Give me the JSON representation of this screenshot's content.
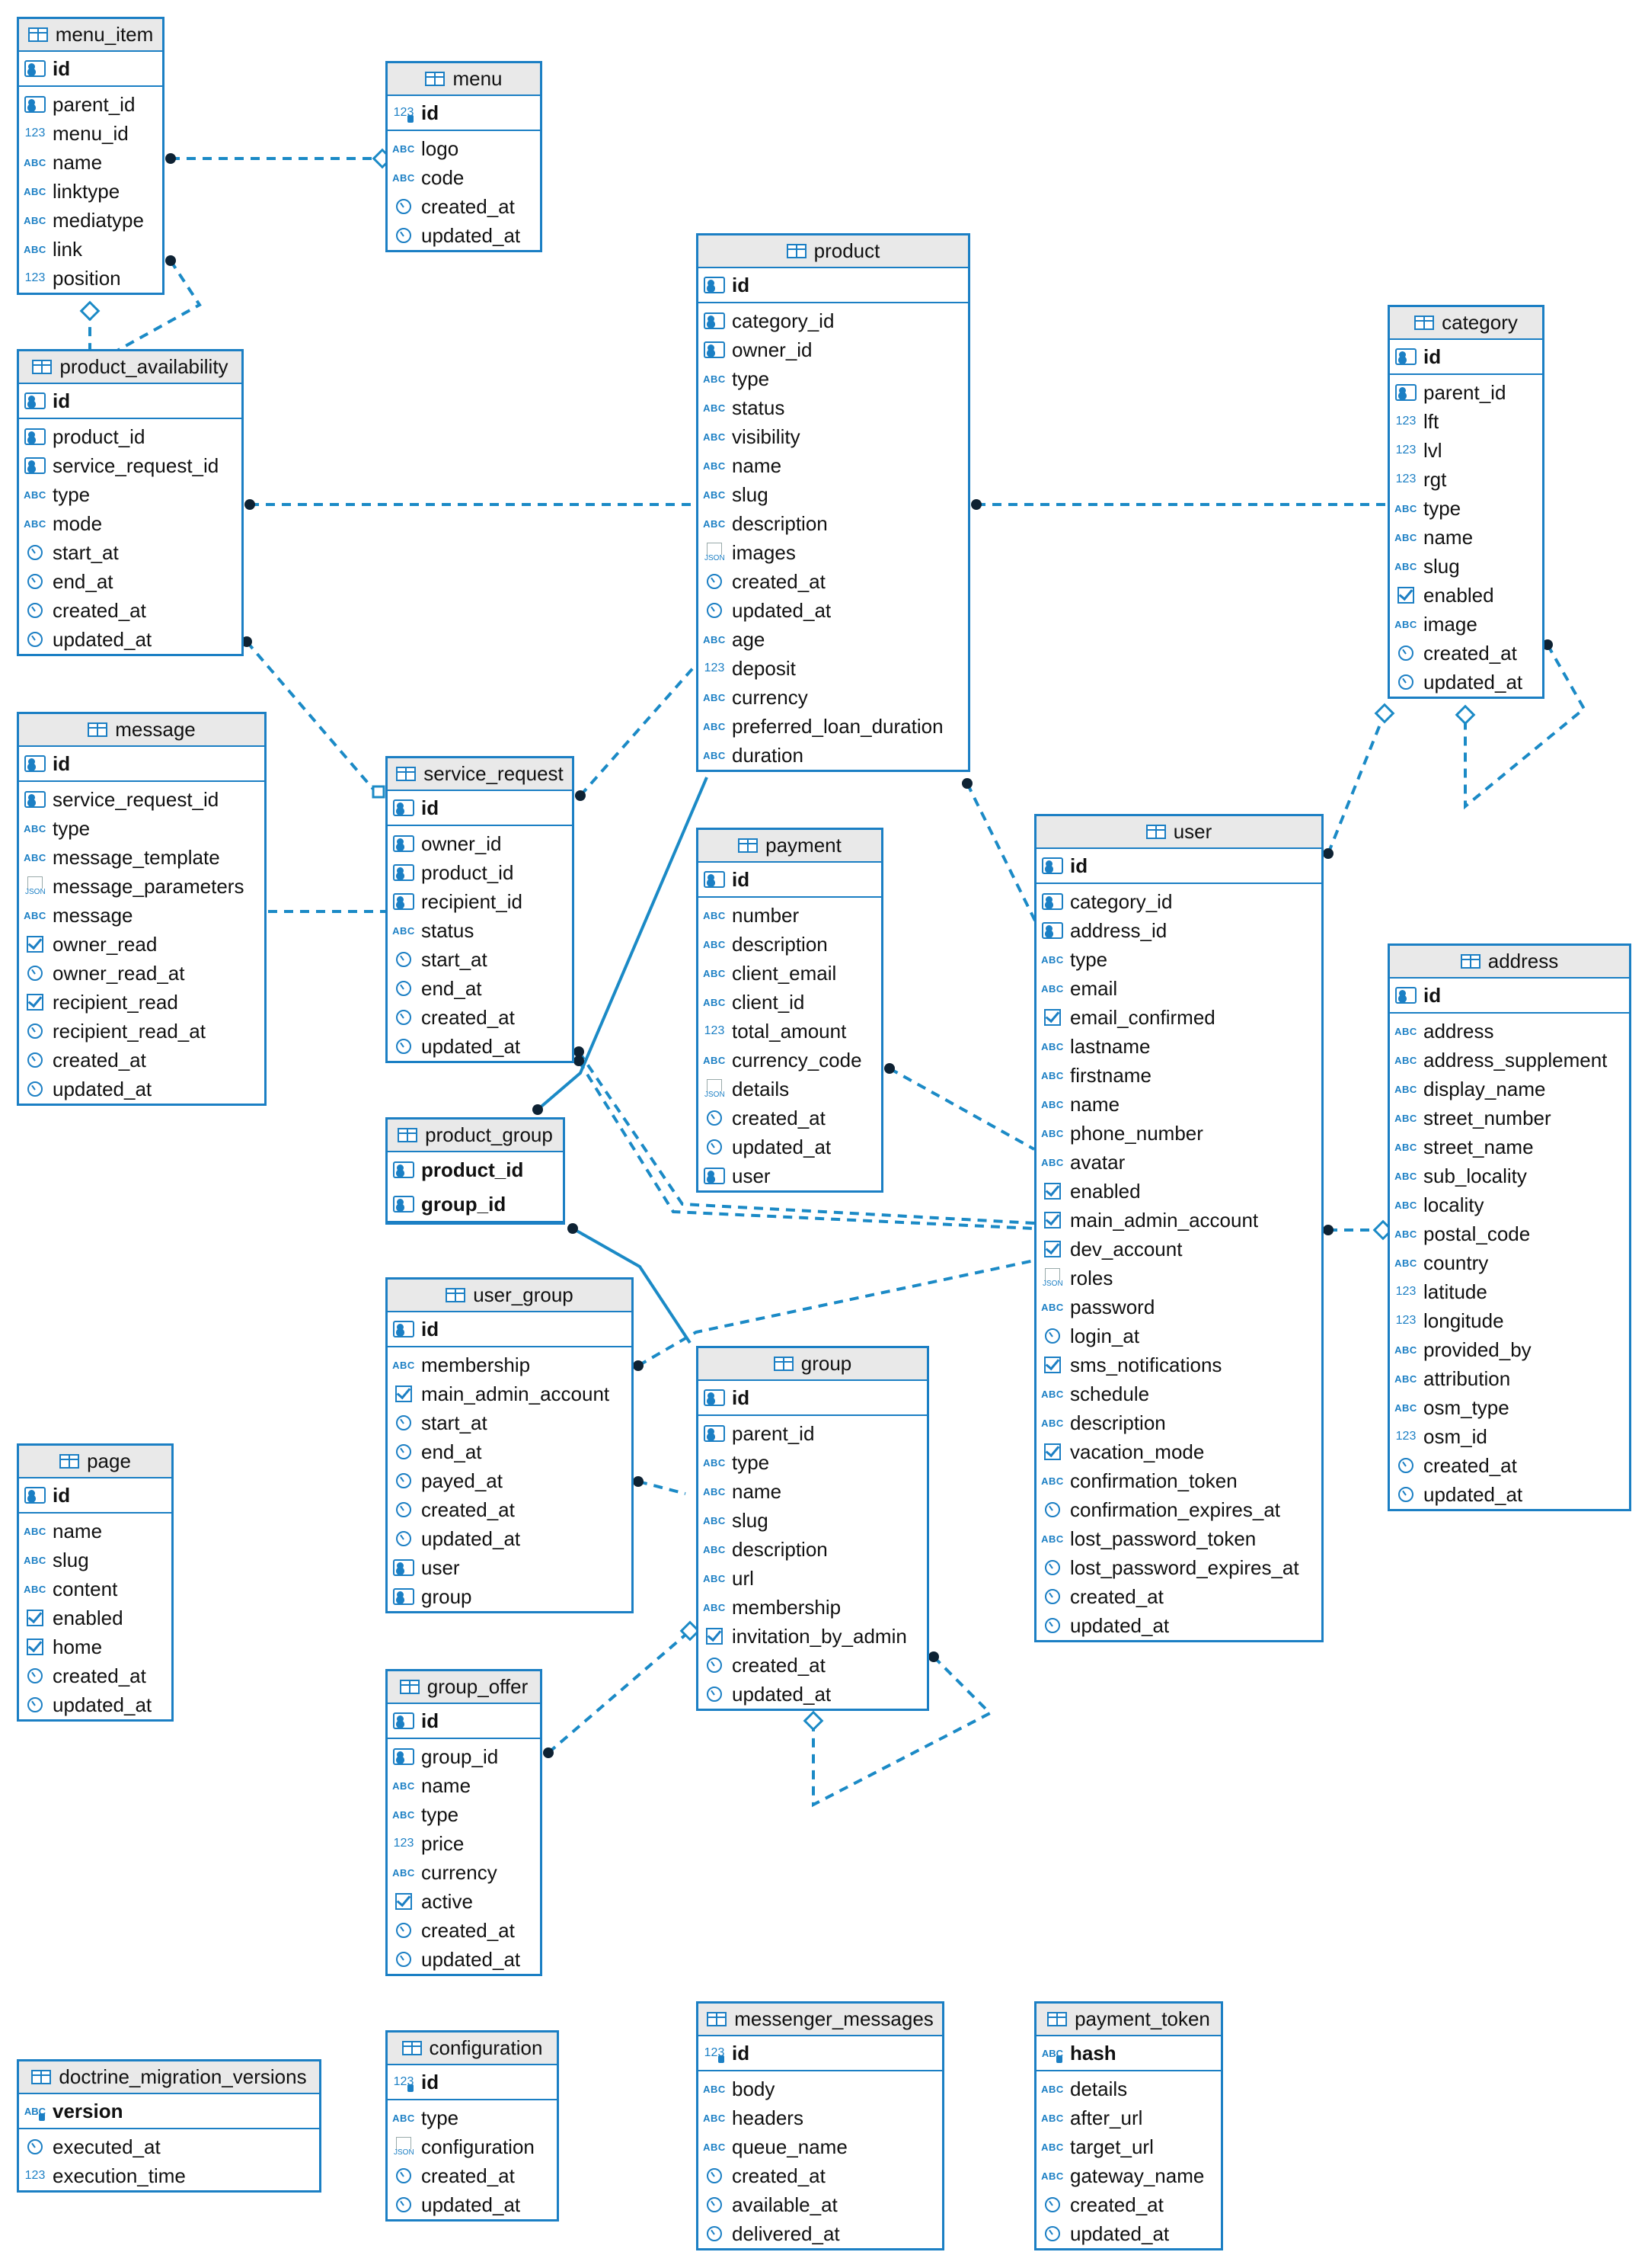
{
  "colors": {
    "border": "#1b7fc4",
    "header": "#e9e9e9",
    "link": "#1b8ac6"
  },
  "entities": [
    {
      "id": "menu_item",
      "title": "menu_item",
      "pk": [
        [
          "key",
          "id"
        ]
      ],
      "fields": [
        [
          "key",
          "parent_id"
        ],
        [
          "num",
          "menu_id"
        ],
        [
          "abc",
          "name"
        ],
        [
          "abc",
          "linktype"
        ],
        [
          "abc",
          "mediatype"
        ],
        [
          "abc",
          "link"
        ],
        [
          "num",
          "position"
        ]
      ]
    },
    {
      "id": "menu",
      "title": "menu",
      "pk": [
        [
          "pk-num",
          "id"
        ]
      ],
      "fields": [
        [
          "abc",
          "logo"
        ],
        [
          "abc",
          "code"
        ],
        [
          "date",
          "created_at"
        ],
        [
          "date",
          "updated_at"
        ]
      ]
    },
    {
      "id": "product",
      "title": "product",
      "pk": [
        [
          "key",
          "id"
        ]
      ],
      "fields": [
        [
          "key",
          "category_id"
        ],
        [
          "key",
          "owner_id"
        ],
        [
          "abc",
          "type"
        ],
        [
          "abc",
          "status"
        ],
        [
          "abc",
          "visibility"
        ],
        [
          "abc",
          "name"
        ],
        [
          "abc",
          "slug"
        ],
        [
          "abc",
          "description"
        ],
        [
          "json",
          "images"
        ],
        [
          "date",
          "created_at"
        ],
        [
          "date",
          "updated_at"
        ],
        [
          "abc",
          "age"
        ],
        [
          "num",
          "deposit"
        ],
        [
          "abc",
          "currency"
        ],
        [
          "abc",
          "preferred_loan_duration"
        ],
        [
          "abc",
          "duration"
        ]
      ]
    },
    {
      "id": "category",
      "title": "category",
      "pk": [
        [
          "key",
          "id"
        ]
      ],
      "fields": [
        [
          "key",
          "parent_id"
        ],
        [
          "num",
          "lft"
        ],
        [
          "num",
          "lvl"
        ],
        [
          "num",
          "rgt"
        ],
        [
          "abc",
          "type"
        ],
        [
          "abc",
          "name"
        ],
        [
          "abc",
          "slug"
        ],
        [
          "bool",
          "enabled"
        ],
        [
          "abc",
          "image"
        ],
        [
          "date",
          "created_at"
        ],
        [
          "date",
          "updated_at"
        ]
      ]
    },
    {
      "id": "product_availability",
      "title": "product_availability",
      "pk": [
        [
          "key",
          "id"
        ]
      ],
      "fields": [
        [
          "key",
          "product_id"
        ],
        [
          "key",
          "service_request_id"
        ],
        [
          "abc",
          "type"
        ],
        [
          "abc",
          "mode"
        ],
        [
          "date",
          "start_at"
        ],
        [
          "date",
          "end_at"
        ],
        [
          "date",
          "created_at"
        ],
        [
          "date",
          "updated_at"
        ]
      ]
    },
    {
      "id": "message",
      "title": "message",
      "pk": [
        [
          "key",
          "id"
        ]
      ],
      "fields": [
        [
          "key",
          "service_request_id"
        ],
        [
          "abc",
          "type"
        ],
        [
          "abc",
          "message_template"
        ],
        [
          "json",
          "message_parameters"
        ],
        [
          "abc",
          "message"
        ],
        [
          "bool",
          "owner_read"
        ],
        [
          "date",
          "owner_read_at"
        ],
        [
          "bool",
          "recipient_read"
        ],
        [
          "date",
          "recipient_read_at"
        ],
        [
          "date",
          "created_at"
        ],
        [
          "date",
          "updated_at"
        ]
      ]
    },
    {
      "id": "service_request",
      "title": "service_request",
      "pk": [
        [
          "key",
          "id"
        ]
      ],
      "fields": [
        [
          "key",
          "owner_id"
        ],
        [
          "key",
          "product_id"
        ],
        [
          "key",
          "recipient_id"
        ],
        [
          "abc",
          "status"
        ],
        [
          "date",
          "start_at"
        ],
        [
          "date",
          "end_at"
        ],
        [
          "date",
          "created_at"
        ],
        [
          "date",
          "updated_at"
        ]
      ]
    },
    {
      "id": "payment",
      "title": "payment",
      "pk": [
        [
          "key",
          "id"
        ]
      ],
      "fields": [
        [
          "abc",
          "number"
        ],
        [
          "abc",
          "description"
        ],
        [
          "abc",
          "client_email"
        ],
        [
          "abc",
          "client_id"
        ],
        [
          "num",
          "total_amount"
        ],
        [
          "abc",
          "currency_code"
        ],
        [
          "json",
          "details"
        ],
        [
          "date",
          "created_at"
        ],
        [
          "date",
          "updated_at"
        ],
        [
          "key",
          "user"
        ]
      ]
    },
    {
      "id": "user",
      "title": "user",
      "pk": [
        [
          "key",
          "id"
        ]
      ],
      "fields": [
        [
          "key",
          "category_id"
        ],
        [
          "key",
          "address_id"
        ],
        [
          "abc",
          "type"
        ],
        [
          "abc",
          "email"
        ],
        [
          "bool",
          "email_confirmed"
        ],
        [
          "abc",
          "lastname"
        ],
        [
          "abc",
          "firstname"
        ],
        [
          "abc",
          "name"
        ],
        [
          "abc",
          "phone_number"
        ],
        [
          "abc",
          "avatar"
        ],
        [
          "bool",
          "enabled"
        ],
        [
          "bool",
          "main_admin_account"
        ],
        [
          "bool",
          "dev_account"
        ],
        [
          "json",
          "roles"
        ],
        [
          "abc",
          "password"
        ],
        [
          "date",
          "login_at"
        ],
        [
          "bool",
          "sms_notifications"
        ],
        [
          "abc",
          "schedule"
        ],
        [
          "abc",
          "description"
        ],
        [
          "bool",
          "vacation_mode"
        ],
        [
          "abc",
          "confirmation_token"
        ],
        [
          "date",
          "confirmation_expires_at"
        ],
        [
          "abc",
          "lost_password_token"
        ],
        [
          "date",
          "lost_password_expires_at"
        ],
        [
          "date",
          "created_at"
        ],
        [
          "date",
          "updated_at"
        ]
      ]
    },
    {
      "id": "address",
      "title": "address",
      "pk": [
        [
          "key",
          "id"
        ]
      ],
      "fields": [
        [
          "abc",
          "address"
        ],
        [
          "abc",
          "address_supplement"
        ],
        [
          "abc",
          "display_name"
        ],
        [
          "abc",
          "street_number"
        ],
        [
          "abc",
          "street_name"
        ],
        [
          "abc",
          "sub_locality"
        ],
        [
          "abc",
          "locality"
        ],
        [
          "abc",
          "postal_code"
        ],
        [
          "abc",
          "country"
        ],
        [
          "num",
          "latitude"
        ],
        [
          "num",
          "longitude"
        ],
        [
          "abc",
          "provided_by"
        ],
        [
          "abc",
          "attribution"
        ],
        [
          "abc",
          "osm_type"
        ],
        [
          "num",
          "osm_id"
        ],
        [
          "date",
          "created_at"
        ],
        [
          "date",
          "updated_at"
        ]
      ]
    },
    {
      "id": "product_group",
      "title": "product_group",
      "pk": [
        [
          "key",
          "product_id"
        ],
        [
          "key",
          "group_id"
        ]
      ],
      "fields": []
    },
    {
      "id": "user_group",
      "title": "user_group",
      "pk": [
        [
          "key",
          "id"
        ]
      ],
      "fields": [
        [
          "abc",
          "membership"
        ],
        [
          "bool",
          "main_admin_account"
        ],
        [
          "date",
          "start_at"
        ],
        [
          "date",
          "end_at"
        ],
        [
          "date",
          "payed_at"
        ],
        [
          "date",
          "created_at"
        ],
        [
          "date",
          "updated_at"
        ],
        [
          "key",
          "user"
        ],
        [
          "key",
          "group"
        ]
      ]
    },
    {
      "id": "group",
      "title": "group",
      "pk": [
        [
          "key",
          "id"
        ]
      ],
      "fields": [
        [
          "key",
          "parent_id"
        ],
        [
          "abc",
          "type"
        ],
        [
          "abc",
          "name"
        ],
        [
          "abc",
          "slug"
        ],
        [
          "abc",
          "description"
        ],
        [
          "abc",
          "url"
        ],
        [
          "abc",
          "membership"
        ],
        [
          "bool",
          "invitation_by_admin"
        ],
        [
          "date",
          "created_at"
        ],
        [
          "date",
          "updated_at"
        ]
      ]
    },
    {
      "id": "page",
      "title": "page",
      "pk": [
        [
          "key",
          "id"
        ]
      ],
      "fields": [
        [
          "abc",
          "name"
        ],
        [
          "abc",
          "slug"
        ],
        [
          "abc",
          "content"
        ],
        [
          "bool",
          "enabled"
        ],
        [
          "bool",
          "home"
        ],
        [
          "date",
          "created_at"
        ],
        [
          "date",
          "updated_at"
        ]
      ]
    },
    {
      "id": "group_offer",
      "title": "group_offer",
      "pk": [
        [
          "key",
          "id"
        ]
      ],
      "fields": [
        [
          "key",
          "group_id"
        ],
        [
          "abc",
          "name"
        ],
        [
          "abc",
          "type"
        ],
        [
          "num",
          "price"
        ],
        [
          "abc",
          "currency"
        ],
        [
          "bool",
          "active"
        ],
        [
          "date",
          "created_at"
        ],
        [
          "date",
          "updated_at"
        ]
      ]
    },
    {
      "id": "doctrine_migration_versions",
      "title": "doctrine_migration_versions",
      "pk": [
        [
          "pk-abc",
          "version"
        ]
      ],
      "fields": [
        [
          "date",
          "executed_at"
        ],
        [
          "num",
          "execution_time"
        ]
      ]
    },
    {
      "id": "configuration",
      "title": "configuration",
      "pk": [
        [
          "pk-num",
          "id"
        ]
      ],
      "fields": [
        [
          "abc",
          "type"
        ],
        [
          "json",
          "configuration"
        ],
        [
          "date",
          "created_at"
        ],
        [
          "date",
          "updated_at"
        ]
      ]
    },
    {
      "id": "messenger_messages",
      "title": "messenger_messages",
      "pk": [
        [
          "pk-num",
          "id"
        ]
      ],
      "fields": [
        [
          "abc",
          "body"
        ],
        [
          "abc",
          "headers"
        ],
        [
          "abc",
          "queue_name"
        ],
        [
          "date",
          "created_at"
        ],
        [
          "date",
          "available_at"
        ],
        [
          "date",
          "delivered_at"
        ]
      ]
    },
    {
      "id": "payment_token",
      "title": "payment_token",
      "pk": [
        [
          "pk-abc",
          "hash"
        ]
      ],
      "fields": [
        [
          "abc",
          "details"
        ],
        [
          "abc",
          "after_url"
        ],
        [
          "abc",
          "target_url"
        ],
        [
          "abc",
          "gateway_name"
        ],
        [
          "date",
          "created_at"
        ],
        [
          "date",
          "updated_at"
        ]
      ]
    }
  ]
}
